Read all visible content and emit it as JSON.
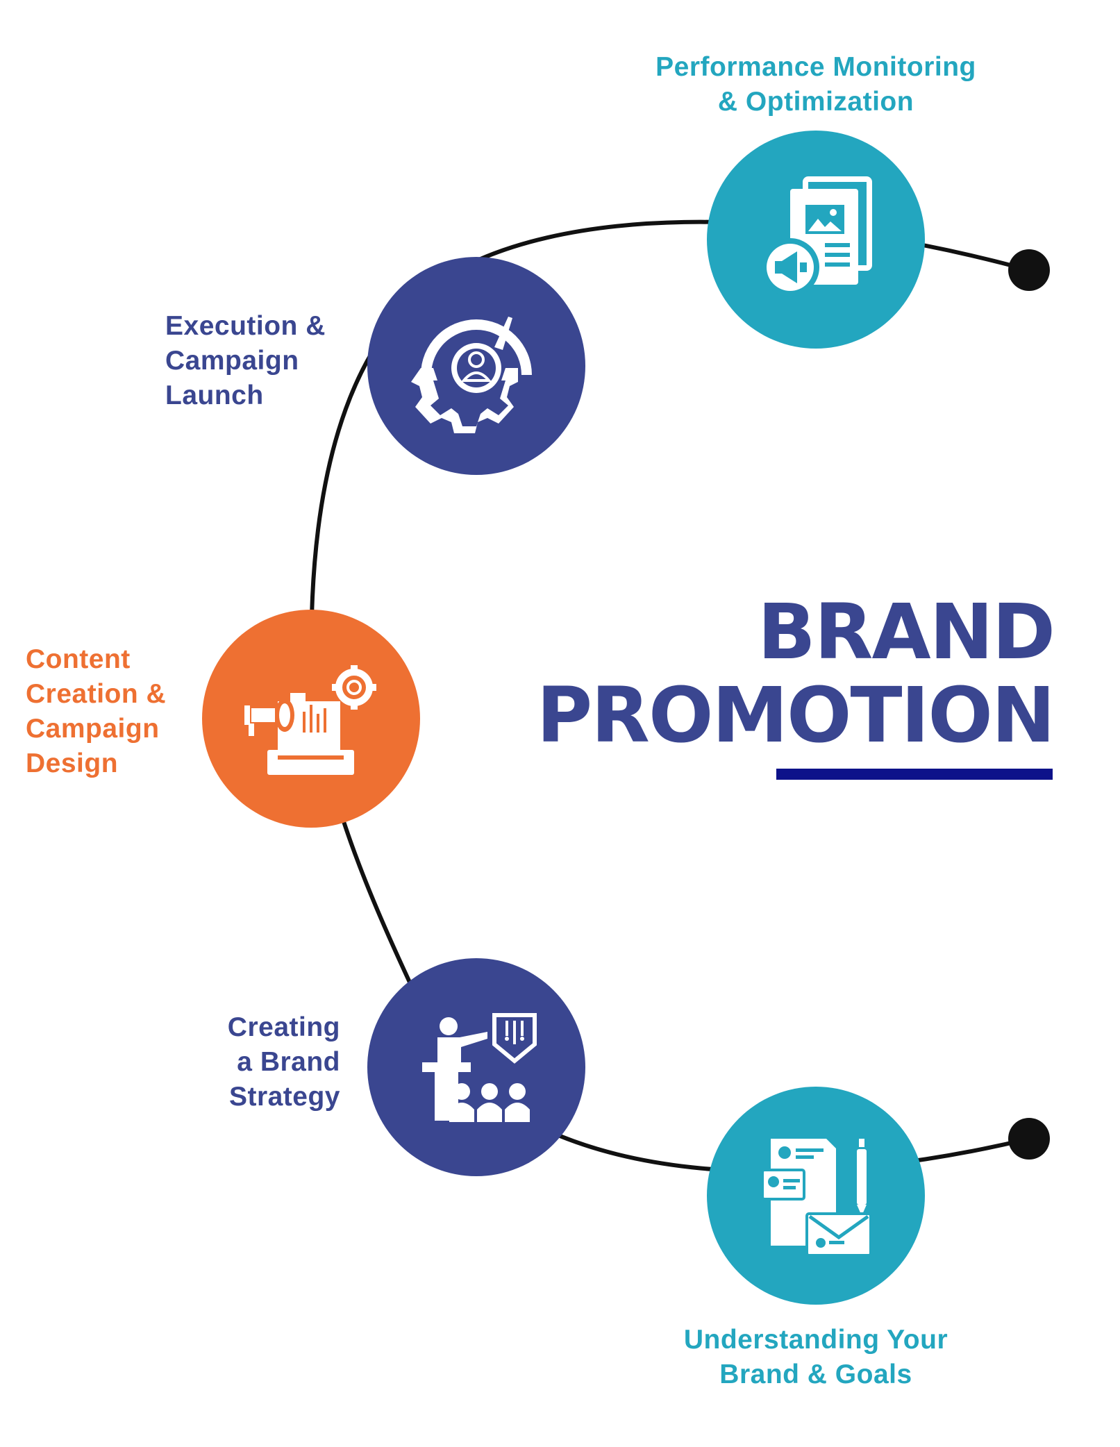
{
  "title": {
    "line1": "BRAND",
    "line2": "PROMOTION"
  },
  "colors": {
    "navy": "#3a4690",
    "teal": "#23a6bf",
    "orange": "#ee7032",
    "connector": "#111111",
    "title_underline": "#0d128a",
    "icon_fill": "#ffffff"
  },
  "steps": [
    {
      "label": "Understanding Your\nBrand & Goals",
      "color": "#23a6bf",
      "icon": "stationery-id-envelope-pencil-icon"
    },
    {
      "label": "Creating\na Brand\nStrategy",
      "color": "#3a4690",
      "icon": "presenter-audience-shield-icon"
    },
    {
      "label": "Content\nCreation &\nCampaign\nDesign",
      "color": "#ee7032",
      "icon": "megaphone-laptop-gear-icon"
    },
    {
      "label": "Execution &\nCampaign\nLaunch",
      "color": "#3a4690",
      "icon": "gear-gauge-user-icon"
    },
    {
      "label": "Performance Monitoring\n& Optimization",
      "color": "#23a6bf",
      "icon": "documents-megaphone-icon"
    }
  ]
}
